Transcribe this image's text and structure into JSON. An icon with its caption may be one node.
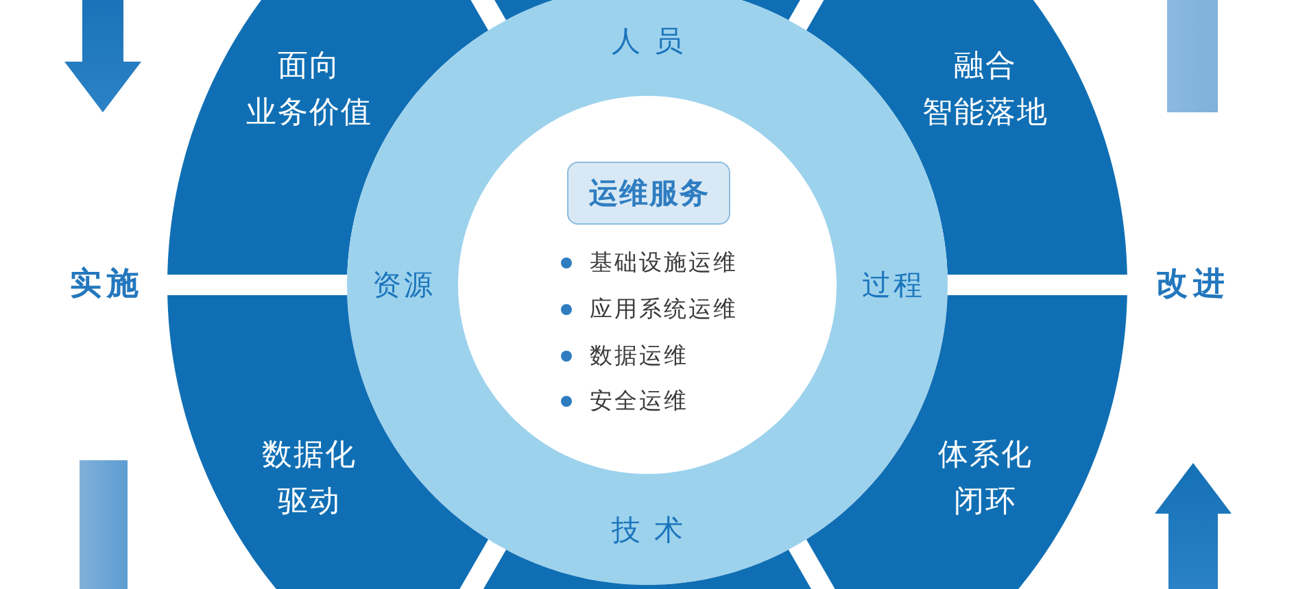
{
  "diagram": {
    "nodes": [
      {
        "text": [],
        "shape": "segment"
      },
      {
        "text": [
          "面向业务价值"
        ]
      },
      {
        "text": [
          "融合智能落地"
        ]
      },
      {
        "text": [
          "人员",
          "资源",
          "过程",
          "技术"
        ]
      },
      {
        "text": [
          "运维服务"
        ],
        "in": 3
      },
      {
        "text": [
          "数据化驱动"
        ]
      },
      {
        "text": [
          "体系化闭环"
        ]
      },
      {
        "text": [],
        "shape": "segment"
      }
    ],
    "labels": [
      "实施",
      "基础设施运维",
      "应用系统运维",
      "数据运维",
      "安全运维",
      "改进"
    ]
  }
}
